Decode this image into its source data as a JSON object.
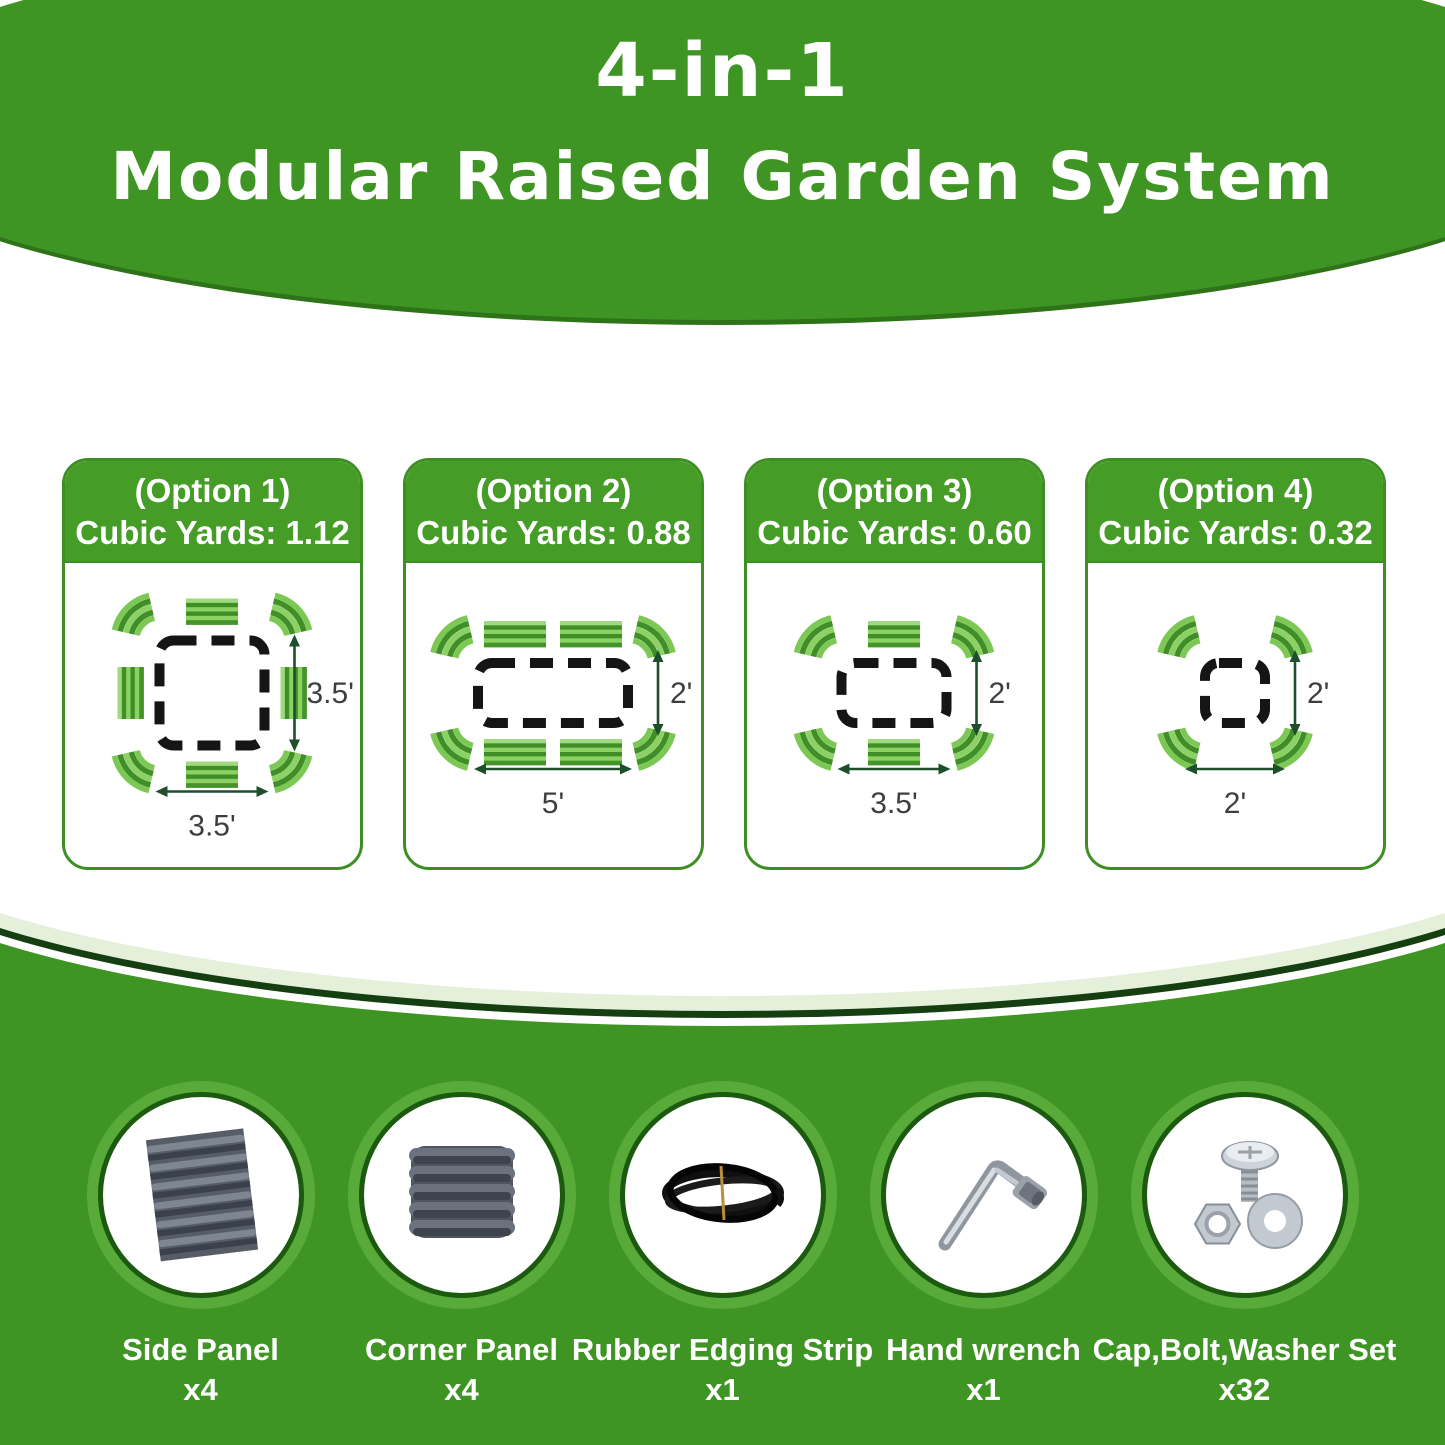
{
  "header": {
    "line1": "4-in-1",
    "line2": "Modular Raised Garden System"
  },
  "options": [
    {
      "name": "(Option 1)",
      "cubic_yards": "Cubic Yards: 1.12",
      "w_ft": 3.5,
      "h_ft": 3.5,
      "width_label": "3.5'",
      "height_label": "3.5'",
      "top_panels": 1,
      "bottom_panels": 1,
      "left_panels": 1,
      "right_panels": 1,
      "corner_panels": 4
    },
    {
      "name": "(Option 2)",
      "cubic_yards": "Cubic Yards: 0.88",
      "w_ft": 5,
      "h_ft": 2,
      "width_label": "5'",
      "height_label": "2'",
      "top_panels": 2,
      "bottom_panels": 2,
      "left_panels": 0,
      "right_panels": 0,
      "corner_panels": 4
    },
    {
      "name": "(Option 3)",
      "cubic_yards": "Cubic Yards: 0.60",
      "w_ft": 3.5,
      "h_ft": 2,
      "width_label": "3.5'",
      "height_label": "2'",
      "top_panels": 1,
      "bottom_panels": 1,
      "left_panels": 0,
      "right_panels": 0,
      "corner_panels": 4
    },
    {
      "name": "(Option 4)",
      "cubic_yards": "Cubic Yards: 0.32",
      "w_ft": 2,
      "h_ft": 2,
      "width_label": "2'",
      "height_label": "2'",
      "top_panels": 0,
      "bottom_panels": 0,
      "left_panels": 0,
      "right_panels": 0,
      "corner_panels": 4
    }
  ],
  "parts": [
    {
      "label": "Side Panel",
      "qty": "x4",
      "icon": "side-panel-image"
    },
    {
      "label": "Corner Panel",
      "qty": "x4",
      "icon": "corner-panel-image"
    },
    {
      "label": "Rubber Edging Strip",
      "qty": "x1",
      "icon": "rubber-edging-strip-image"
    },
    {
      "label": "Hand wrench",
      "qty": "x1",
      "icon": "hand-wrench-image"
    },
    {
      "label": "Cap,Bolt,Washer Set",
      "qty": "x32",
      "icon": "cap-bolt-washer-image"
    }
  ],
  "colors": {
    "brand_green": "#3f9523",
    "card_header_green": "#459c26",
    "dark_green_line": "#153f10",
    "pale_green_band": "#e4f0da",
    "circle_ring": "#1c5a10",
    "circle_halo": "#58ab39",
    "panel_light": "#8bd164",
    "panel_dark": "#3f8e26",
    "arrow": "#1e4f2d"
  }
}
